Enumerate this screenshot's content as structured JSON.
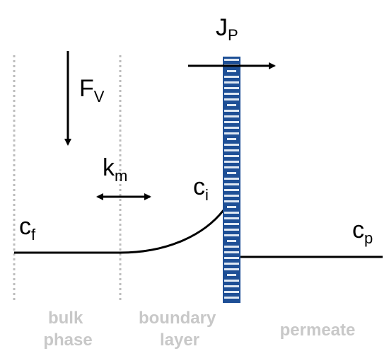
{
  "symbols": {
    "jp": {
      "main": "J",
      "sub": "P"
    },
    "fv": {
      "main": "F",
      "sub": "V"
    },
    "km": {
      "main": "k",
      "sub": "m"
    },
    "ci": {
      "main": "c",
      "sub": "i"
    },
    "cf": {
      "main": "c",
      "sub": "f"
    },
    "cp": {
      "main": "c",
      "sub": "p"
    }
  },
  "regions": {
    "bulk": {
      "line1": "bulk",
      "line2": "phase"
    },
    "boundary": {
      "line1": "boundary",
      "line2": "layer"
    },
    "permeate": {
      "line1": "permeate"
    }
  },
  "colors": {
    "membrane_fill": "#1e4f96",
    "membrane_light": "#dfe8f3",
    "dotted_line": "#bdbdbd",
    "region_label": "#c8c8c8",
    "lines": "#000000"
  }
}
